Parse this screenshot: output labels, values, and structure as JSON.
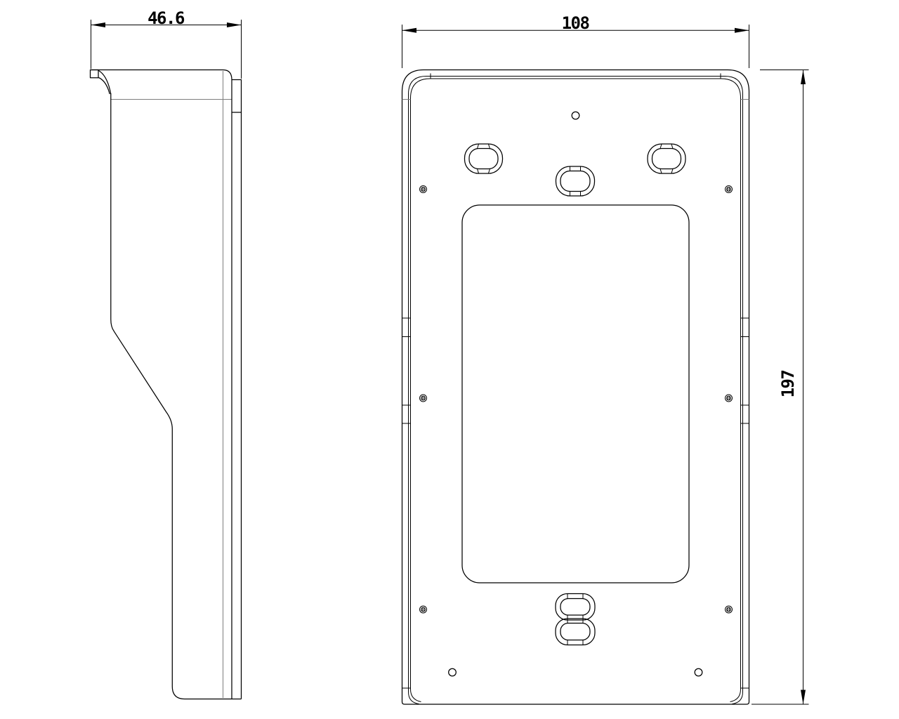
{
  "drawing": {
    "dimensions": {
      "depth": "46.6",
      "width": "108",
      "height": "197"
    },
    "colors": {
      "line": "#000000",
      "tangent_line": "#7d7d7d",
      "background": "#ffffff"
    }
  }
}
